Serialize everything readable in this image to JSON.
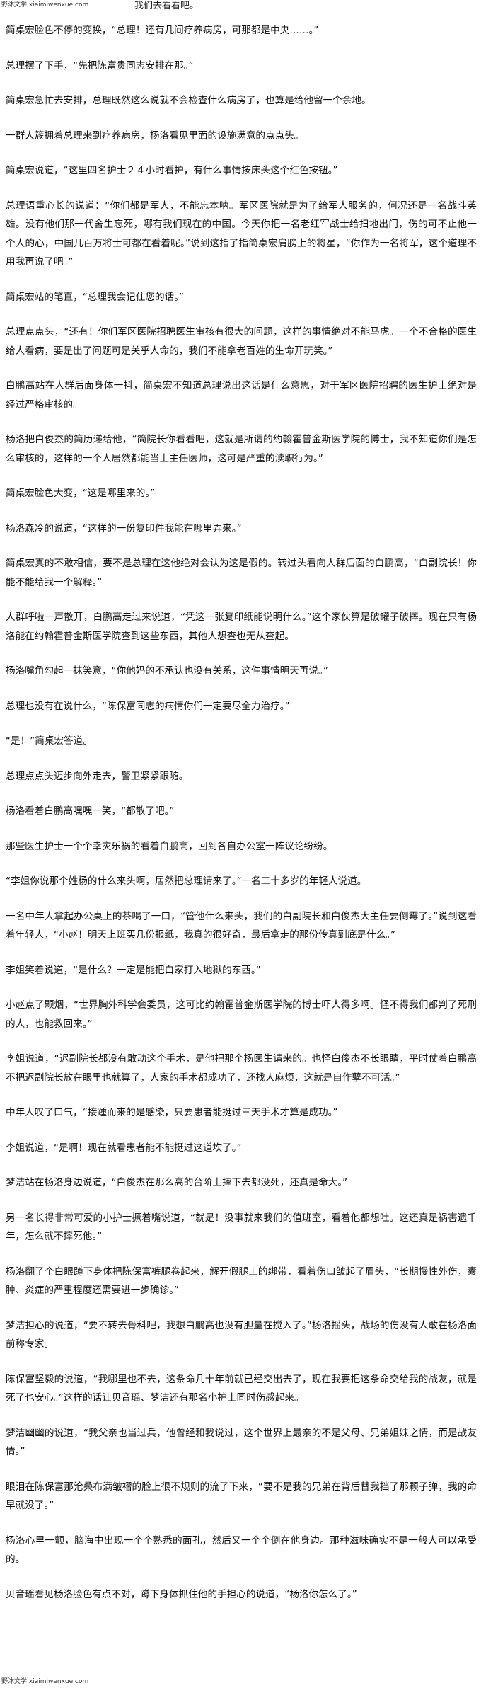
{
  "watermark": "野沐文学 xiaimiwenxue.com",
  "header_fragment": "我们去看看吧。",
  "paragraphs": [
    "简桌宏脸色不停的变换，“总理！还有几间疗养病房，可那都是中央……。”",
    "总理摆了下手，“先把陈富贵同志安排在那。”",
    "简桌宏急忙去安排，总理既然这么说就不会检查什么病房了，也算是给他留一个余地。",
    "一群人簇拥着总理来到疗养病房，杨洛看见里面的设施满意的点点头。",
    "简桌宏说道，“这里四名护士２４小时看护，有什么事情按床头这个红色按钮。”",
    "总理语重心长的说道：“你们都是军人，不能忘本呐。军区医院就是为了给军人服务的，何况还是一名战斗英雄。没有他们那一代舍生忘死，哪有我们现在的中国。今天你把一名老红军战士给扫地出门，伤的可不止他一个人的心，中国几百万将士可都在看着呢。”说到这指了指简桌宏肩膀上的将星，“你作为一名将军，这个道理不用我再说了吧。”",
    "简桌宏站的笔直，“总理我会记住您的话。”",
    "总理点点头，“还有！你们军区医院招聘医生审核有很大的问题，这样的事情绝对不能马虎。一个不合格的医生给人看病，要是出了问题可是关乎人命的，我们不能拿老百姓的生命开玩笑。”",
    "白鹏高站在人群后面身体一抖，简桌宏不知道总理说出这话是什么意思，对于军区医院招聘的医生护士绝对是经过严格审核的。",
    "杨洛把白俊杰的简历递给他，“简院长你看看吧，这就是所谓的约翰霍普金斯医学院的博士，我不知道你们是怎么审核的，这样的一个人居然都能当上主任医师，这可是严重的渎职行为。”",
    "简桌宏脸色大变，“这是哪里来的。”",
    "杨洛森冷的说道，“这样的一份复印件我能在哪里弄来。”",
    "简桌宏真的不敢相信，要不是总理在这他绝对会认为这是假的。转过头看向人群后面的白鹏高，“白副院长！你能不能给我一个解释。”",
    "人群呼啦一声散开，白鹏高走过来说道，“凭这一张复印纸能说明什么。”这个家伙算是破罐子破摔。现在只有杨洛能在约翰霍普金斯医学院查到这些东西，其他人想查也无从查起。",
    "杨洛嘴角勾起一抹笑意，“你他妈的不承认也没有关系，这件事情明天再说。”",
    "总理也没有在说什么，“陈保富同志的病情你们一定要尽全力治疗。”",
    "“是！”简桌宏答道。",
    "总理点点头迈步向外走去，警卫紧紧跟随。",
    "杨洛看着白鹏高嘿嘿一笑，“都散了吧。”",
    "那些医生护士一个个幸灾乐祸的看着白鹏高，回到各自办公室一阵议论纷纷。",
    "“李姐你说那个姓杨的什么来头啊，居然把总理请来了。”一名二十多岁的年轻人说道。",
    "一名中年人拿起办公桌上的茶喝了一口，“管他什么来头，我们的白副院长和白俊杰大主任要倒霉了。”说到这看着年轻人，“小赵！明天上班买几份报纸，我真的很好奇，最后拿走的那份传真到底是什么。”",
    "李姐笑着说道，“是什么？一定是能把白家打入地狱的东西。”",
    "小赵点了颗烟，“世界胸外科学会委员，这可比约翰霍普金斯医学院的博士吓人得多啊。怪不得我们都判了死刑的人，也能救回来。”",
    "李姐说道，“迟副院长都没有敢动这个手术，是他把那个杨医生请来的。也怪白俊杰不长眼睛，平时仗着白鹏高不把迟副院长放在眼里也就算了，人家的手术都成功了，还找人麻烦，这就是自作孽不可活。”",
    "中年人叹了口气，“接踵而来的是感染，只要患者能挺过三天手术才算是成功。”",
    "李姐说道，“是啊！现在就看患者能不能挺过这道坎了。”",
    "梦洁站在杨洛身边说道，“白俊杰在那么高的台阶上摔下去都没死，还真是命大。”",
    "另一名长得非常可爱的小护士撅着嘴说道，“就是！没事就来我们的值班室，看着他都想吐。这还真是祸害遗千年，怎么就不摔死他。”",
    "杨洛翻了个白眼蹲下身体把陈保富裤腿卷起来，解开假腿上的绑带，看着伤口皱起了眉头，“长期慢性外伤，囊肿、炎症的严重程度还需要进一步确诊。”",
    "梦洁担心的说道，“要不转去骨科吧，我想白鹏高也没有胆量在搅入了。”杨洛摇头，战场的伤没有人敢在杨洛面前称专家。",
    "陈保富坚毅的说道，“我哪里也不去，这条命几十年前就已经交出去了，现在我要把这条命交给我的战友，就是死了也安心。”这样的话让贝音瑶、梦洁还有那名小护士同时伤感起来。",
    "梦洁幽幽的说道，“我父亲也当过兵，他曾经和我说过，这个世界上最亲的不是父母、兄弟姐妹之情，而是战友情。”",
    "眼泪在陈保富那沧桑布满皱褶的脸上很不规则的流了下来，“要不是我的兄弟在背后替我挡了那颗子弹，我的命早就没了。”",
    "杨洛心里一颤，脑海中出现一个个熟悉的面孔，然后又一个个倒在他身边。那种滋味确实不是一般人可以承受的。",
    "贝音瑶看见杨洛脸色有点不对，蹲下身体抓住他的手担心的说道，“杨洛你怎么了。”"
  ]
}
